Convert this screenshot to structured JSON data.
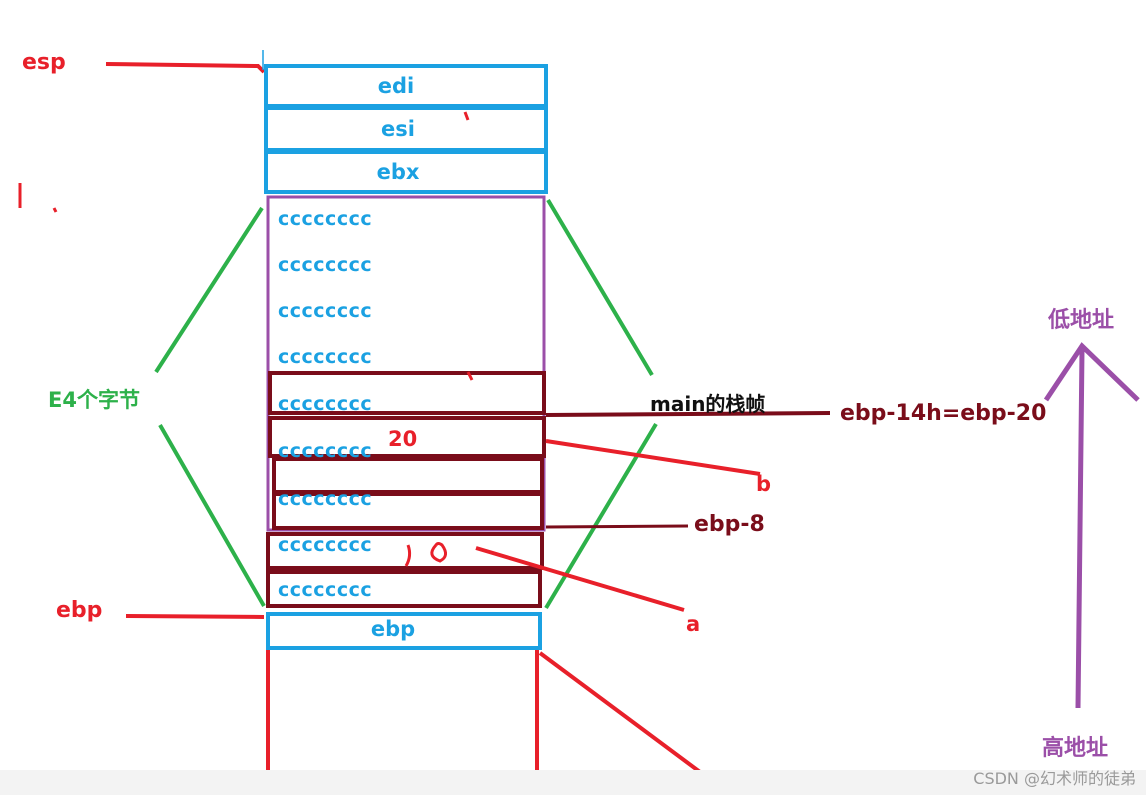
{
  "labels": {
    "esp": "esp",
    "ebp_left": "ebp",
    "bytes": "E4个字节",
    "frame": "main的栈帧",
    "ebp_minus_14h": "ebp-14h=ebp-20",
    "ebp_minus_8": "ebp-8",
    "var_b": "b",
    "var_a": "a",
    "value_b": "20",
    "low_address": "低地址",
    "high_address": "高地址"
  },
  "stack": {
    "registers_top": [
      "edi",
      "esi",
      "ebx"
    ],
    "filler": [
      "cccccccc",
      "cccccccc",
      "cccccccc",
      "cccccccc",
      "cccccccc",
      "cccccccc",
      "cccccccc",
      "cccccccc",
      "cccccccc"
    ],
    "bottom_register": "ebp"
  },
  "watermark": "CSDN @幻术师的徒弟",
  "colors": {
    "red": "#e8202a",
    "blue": "#1ba1e2",
    "green": "#2db14a",
    "maroon": "#7a0d1a",
    "purple": "#9b4fa8"
  }
}
